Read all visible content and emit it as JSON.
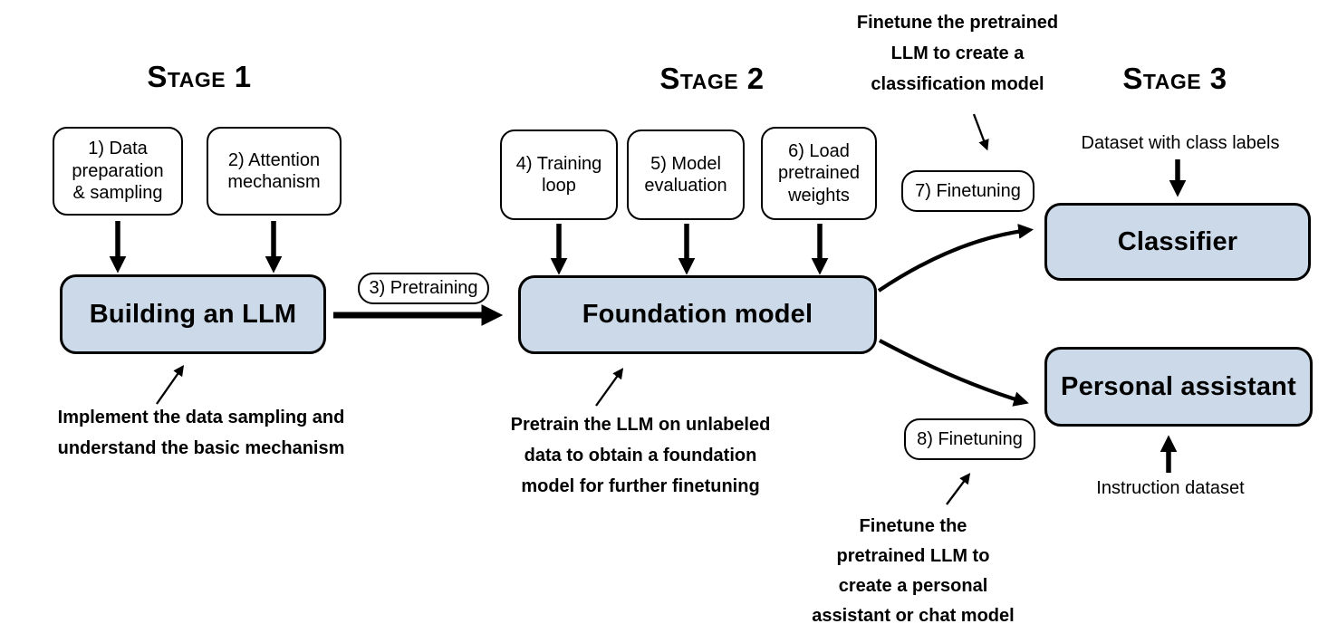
{
  "headings": {
    "stage1": "Stage 1",
    "stage2": "Stage 2",
    "stage3": "Stage 3"
  },
  "stage1": {
    "box_data_prep": "1) Data\npreparation\n& sampling",
    "box_attention": "2) Attention\nmechanism",
    "box_building": "Building an LLM",
    "annotation": "Implement the data sampling and\nunderstand the basic mechanism"
  },
  "stage2": {
    "pill_pretraining": "3) Pretraining",
    "box_training_loop": "4) Training\nloop",
    "box_model_eval": "5) Model\nevaluation",
    "box_load_weights": "6) Load\npretrained\nweights",
    "box_foundation": "Foundation model",
    "annotation": "Pretrain the LLM on unlabeled\ndata to obtain a foundation\nmodel for further finetuning"
  },
  "stage3": {
    "annotation_classifier": "Finetune the pretrained\nLLM to create a\nclassification model",
    "pill_finetuning_classifier": "7) Finetuning",
    "label_class_dataset": "Dataset with class labels",
    "box_classifier": "Classifier",
    "box_personal_assistant": "Personal assistant",
    "pill_finetuning_assistant": "8) Finetuning",
    "label_instruction_dataset": "Instruction dataset",
    "annotation_assistant": "Finetune the\npretrained LLM to\ncreate a personal\nassistant or chat model"
  },
  "colors": {
    "box_fill_blue": "#cbd9e8",
    "box_fill_white": "#ffffff",
    "stroke": "#000000",
    "background": "#ffffff"
  }
}
